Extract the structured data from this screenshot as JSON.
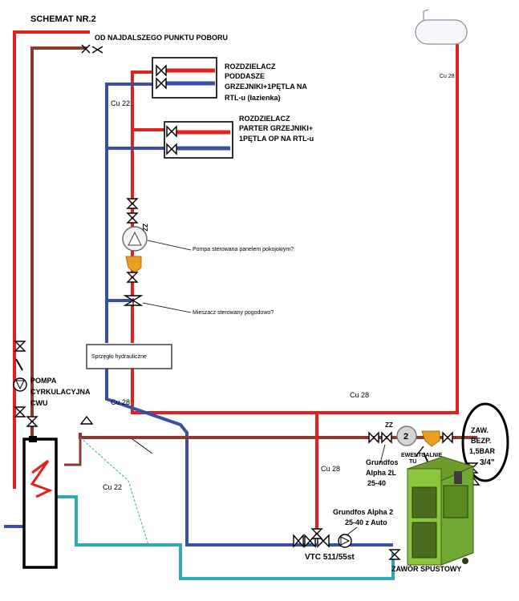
{
  "title": "SCHEMAT NR.2",
  "labels": {
    "far_point": "OD NAJDALSZEGO PUNKTU POBORU",
    "manifold_attic_1": "ROZDZIELACZ",
    "manifold_attic_2": "PODDASZE",
    "manifold_attic_3": "GRZEJNIKI+1PĘTLA NA",
    "manifold_attic_4": "RTL-u (łazienka)",
    "manifold_ground_1": "ROZDZIELACZ",
    "manifold_ground_2": "PARTER GRZEJNIKI+",
    "manifold_ground_3": "1PĘTLA OP NA RTL-u",
    "cu22_top": "Cu 22",
    "cu28_right": "Cu 28",
    "zz_top": "ZZ",
    "pump_question": "Pompa sterowana panelem pokojowym?",
    "mixer_question": "Mieszacz sterowany pogodowo?",
    "hydraulic_clutch": "Sprzęgło hydrauliczne",
    "circ_pump_1": "POMPA",
    "circ_pump_2": "CYRKULACYJNA",
    "circ_pump_3": "CWU",
    "cu28_left": "Cu 28",
    "cu28_mid": "Cu 28",
    "cu22_bottom": "Cu 22",
    "cu28_lower": "Cu 28",
    "zz_right": "ZZ",
    "pump_number": "2",
    "optional_1": "EWENTUALNIE",
    "optional_2": "TU",
    "alpha2l_1": "Grundfos",
    "alpha2l_2": "Alpha 2L",
    "alpha2l_3": "25-40",
    "safety_1": "ZAW.",
    "safety_2": "BEZP.",
    "safety_3": "1,5BAR",
    "safety_4": "3/4\"",
    "alpha2_1": "Grundfos Alpha 2",
    "alpha2_2": "25-40  z Auto",
    "vtc": "VTC 511/55st",
    "drain_valve": "ZAWÓR SPUSTOWY"
  },
  "colors": {
    "supply": "#e2211c",
    "return": "#3a4fa8",
    "hot_water": "#8b3a2e",
    "cold_return": "#2fa8b7",
    "boiler_green": "#8cc63f",
    "filter_yellow": "#e8a020"
  }
}
